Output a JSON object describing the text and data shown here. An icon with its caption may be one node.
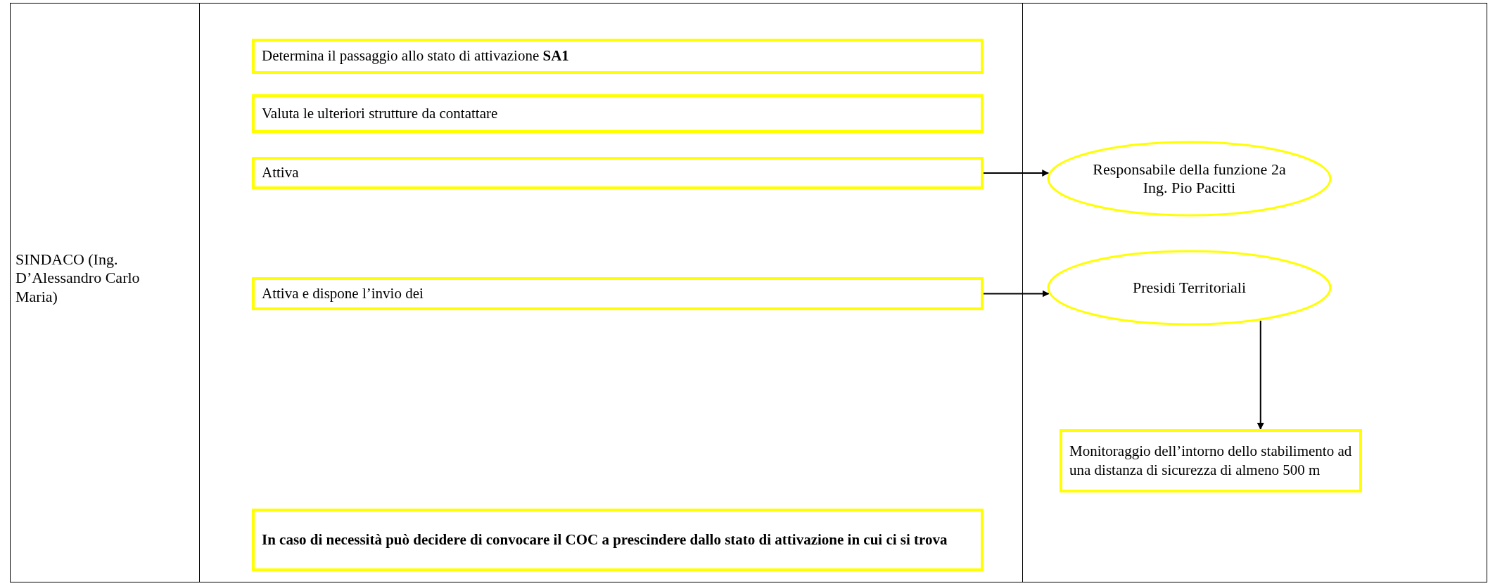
{
  "diagram": {
    "nodes": [
      {
        "text": [
          "Determina il passaggio allo stato di attivazione **SA1**"
        ]
      },
      {
        "text": [
          "Valuta le ulteriori strutture da contattare"
        ]
      },
      {
        "text": [
          "Attiva"
        ]
      },
      {
        "text": [
          "Attiva e dispone l’invio dei"
        ]
      },
      {
        "text": [
          "In caso di necessità può decidere di convocare il COC a prescindere dallo stato di attivazione in cui ci si trova"
        ]
      },
      {
        "text": [
          "Responsabile della funzione 2a",
          "Ing. Pio Pacitti"
        ]
      },
      {
        "text": [
          "Presidi Territoriali"
        ]
      },
      {
        "text": [
          "Monitoraggio dell’intorno dello stabilimento ad una distanza di sicurezza di almeno 500 m"
        ]
      }
    ],
    "edges": [
      {
        "from": 2,
        "to": 5,
        "arrow": "to"
      },
      {
        "from": 3,
        "to": 6,
        "arrow": "to"
      },
      {
        "from": 6,
        "to": 7,
        "arrow": "to"
      }
    ],
    "labels": [
      "SINDACO (Ing. D’Alessandro Carlo Maria)"
    ]
  }
}
